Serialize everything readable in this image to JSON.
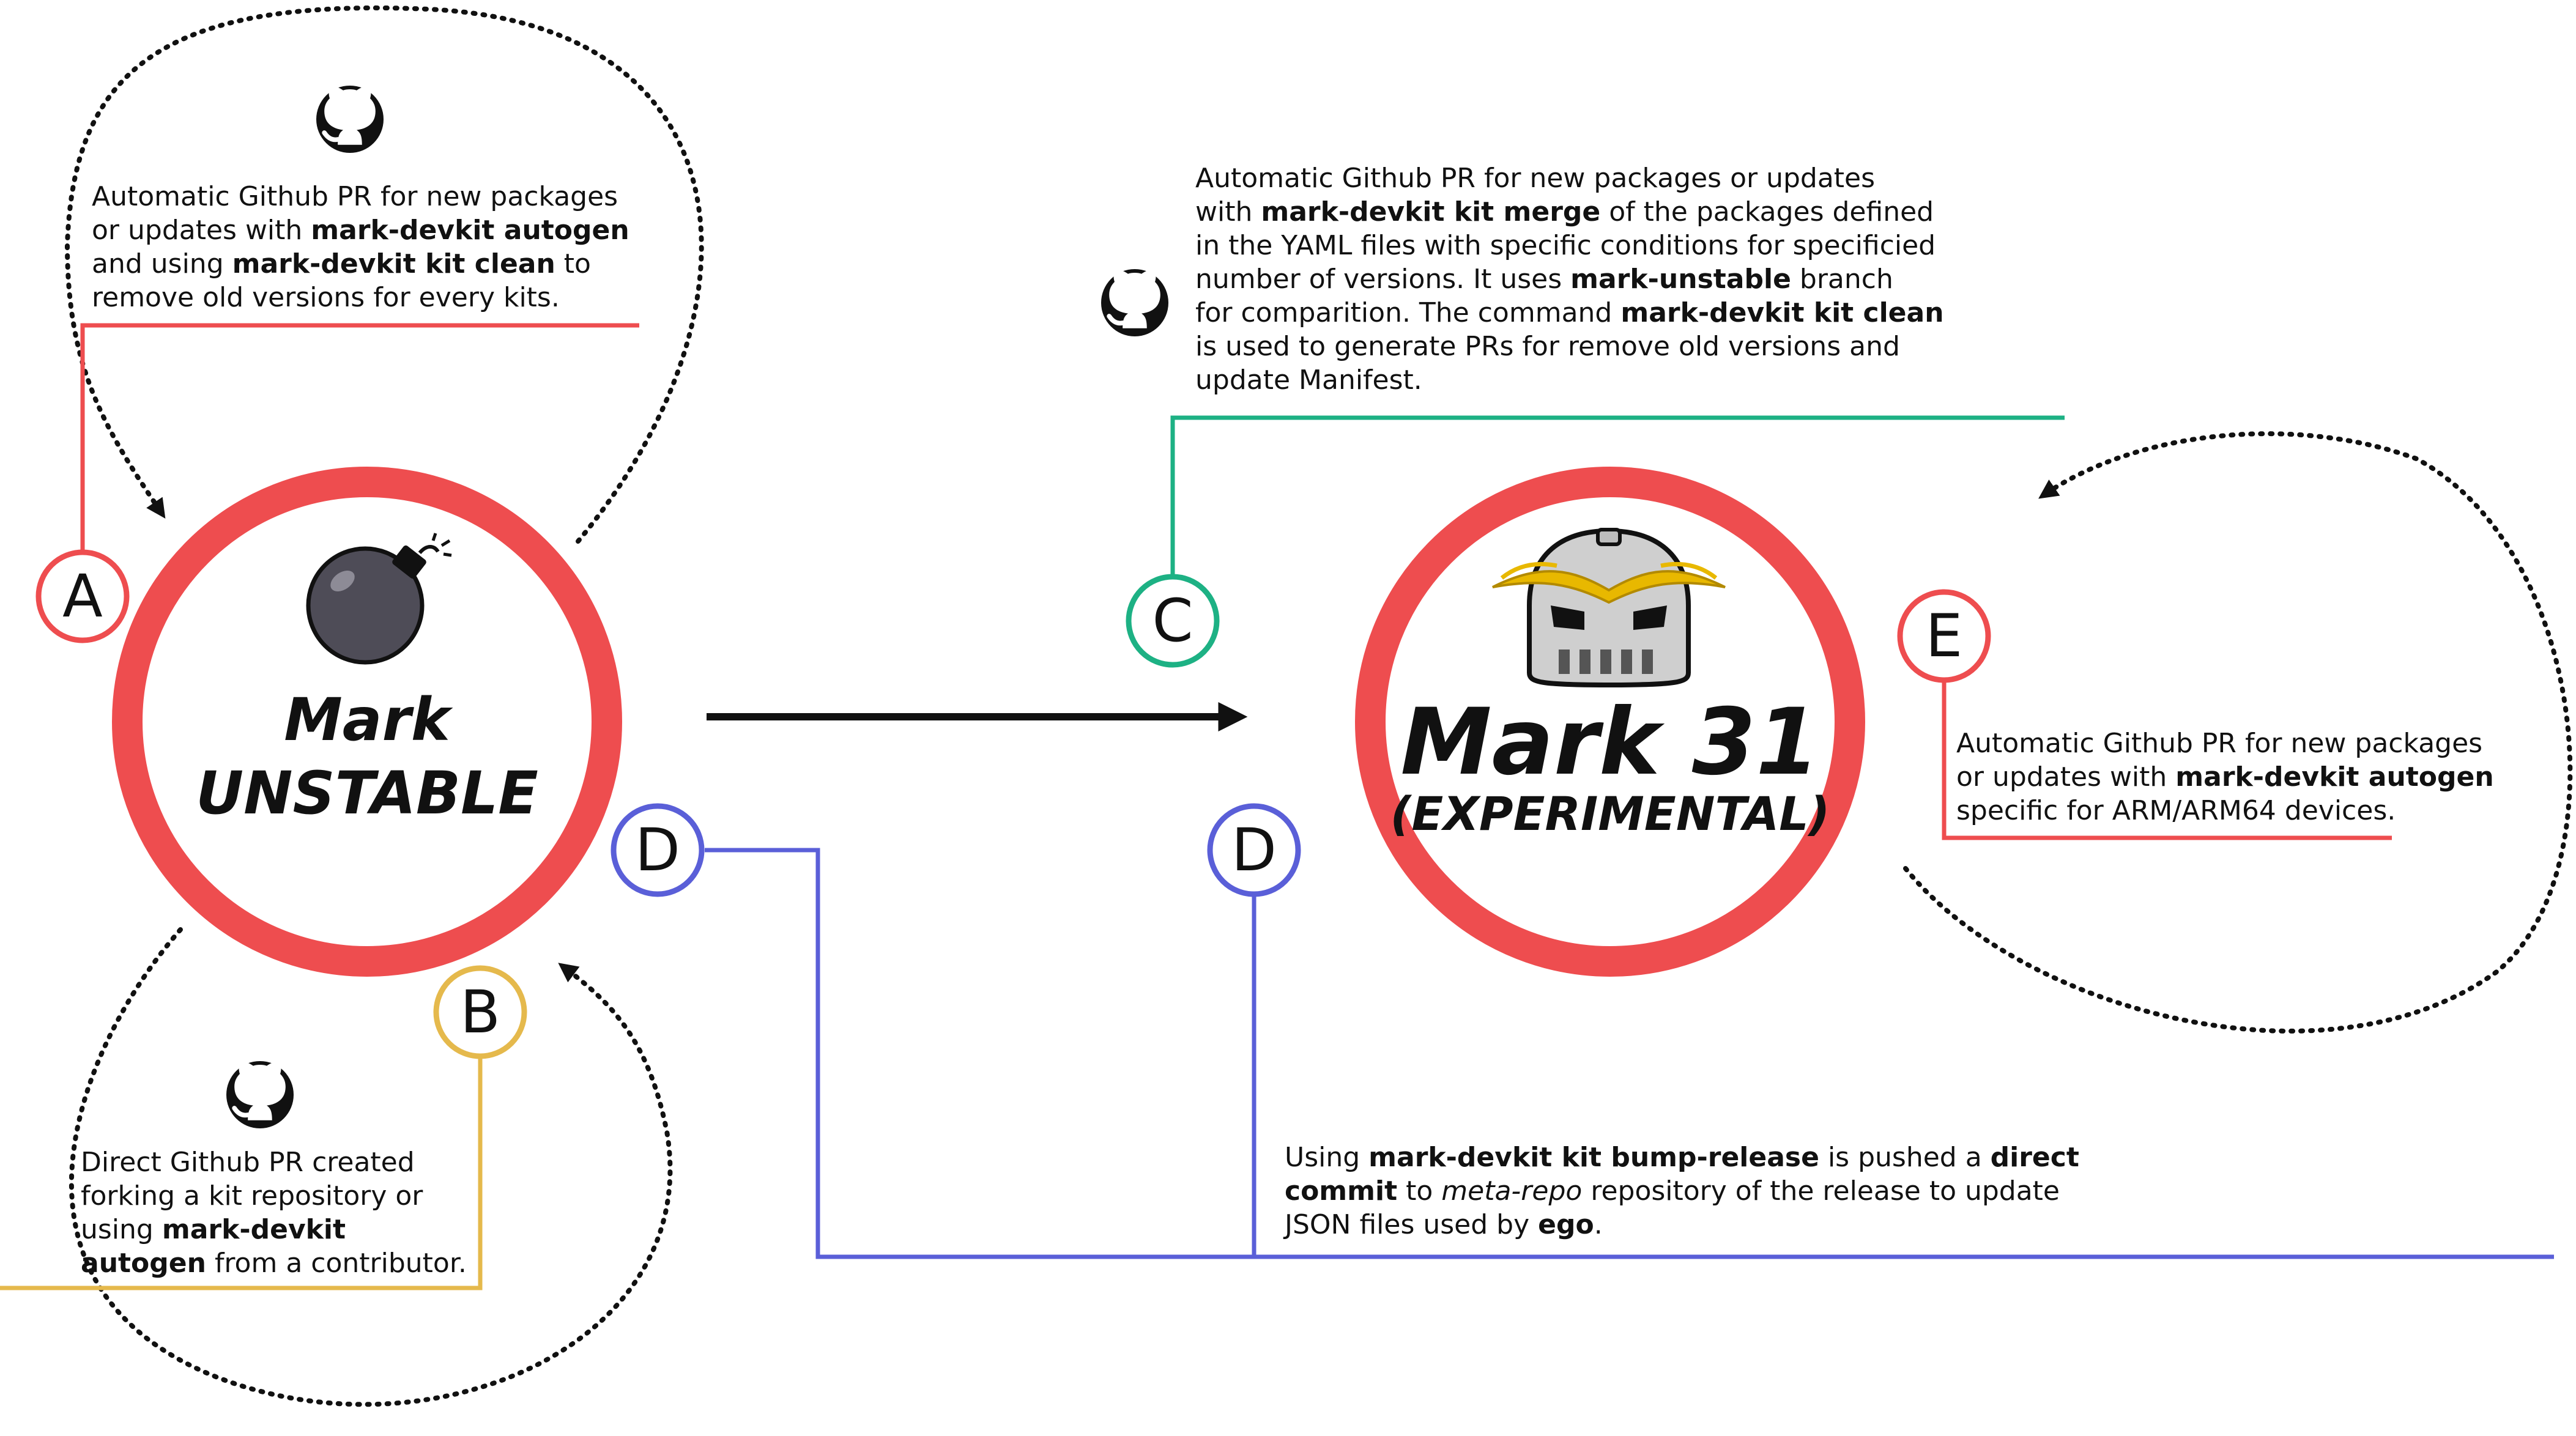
{
  "colors": {
    "red": "#ee4d4f",
    "yellow": "#e5b94c",
    "green": "#1db184",
    "blue": "#5a5fd8",
    "black": "#111111"
  },
  "nodes": {
    "unstable": {
      "title_line1": "Mark",
      "title_line2": "UNSTABLE",
      "icon": "bomb-icon"
    },
    "mark31": {
      "title_line1": "Mark 31",
      "title_line2": "(EXPERIMENTAL)",
      "icon": "knight-helmet-icon"
    }
  },
  "labels": {
    "a": "A",
    "b": "B",
    "c": "C",
    "d1": "D",
    "d2": "D",
    "e": "E"
  },
  "icons": [
    "github-icon",
    "github-icon",
    "github-icon"
  ],
  "notes": {
    "a": [
      [
        {
          "t": "Automatic Github PR for new packages"
        }
      ],
      [
        {
          "t": "or updates with "
        },
        {
          "t": "mark-devkit autogen",
          "b": true
        }
      ],
      [
        {
          "t": "and using "
        },
        {
          "t": "mark-devkit kit clean",
          "b": true
        },
        {
          "t": " to"
        }
      ],
      [
        {
          "t": "remove old versions for every kits."
        }
      ]
    ],
    "b": [
      [
        {
          "t": "Direct Github PR created"
        }
      ],
      [
        {
          "t": "forking a kit repository or"
        }
      ],
      [
        {
          "t": "using "
        },
        {
          "t": "mark-devkit",
          "b": true
        }
      ],
      [
        {
          "t": "autogen",
          "b": true
        },
        {
          "t": " from a contributor."
        }
      ]
    ],
    "c": [
      [
        {
          "t": "Automatic Github PR for new packages or updates"
        }
      ],
      [
        {
          "t": "with "
        },
        {
          "t": "mark-devkit kit merge",
          "b": true
        },
        {
          "t": " of the packages defined"
        }
      ],
      [
        {
          "t": "in the YAML files with specific conditions for specificied"
        }
      ],
      [
        {
          "t": "number of versions. It uses "
        },
        {
          "t": "mark-unstable",
          "b": true
        },
        {
          "t": " branch"
        }
      ],
      [
        {
          "t": "for comparition. The command "
        },
        {
          "t": "mark-devkit kit clean",
          "b": true
        }
      ],
      [
        {
          "t": "is used to generate PRs for remove old versions and"
        }
      ],
      [
        {
          "t": "update Manifest."
        }
      ]
    ],
    "d": [
      [
        {
          "t": "Using "
        },
        {
          "t": "mark-devkit kit bump-release",
          "b": true
        },
        {
          "t": " is pushed a "
        },
        {
          "t": "direct",
          "b": true
        }
      ],
      [
        {
          "t": "commit",
          "b": true
        },
        {
          "t": " to "
        },
        {
          "t": "meta-repo",
          "i": true
        },
        {
          "t": " repository of the release to update"
        }
      ],
      [
        {
          "t": "JSON files used by "
        },
        {
          "t": "ego",
          "b": true
        },
        {
          "t": "."
        }
      ]
    ],
    "e": [
      [
        {
          "t": "Automatic Github PR for new packages"
        }
      ],
      [
        {
          "t": "or updates with "
        },
        {
          "t": "mark-devkit autogen",
          "b": true
        }
      ],
      [
        {
          "t": "specific for ARM/ARM64 devices."
        }
      ]
    ]
  }
}
